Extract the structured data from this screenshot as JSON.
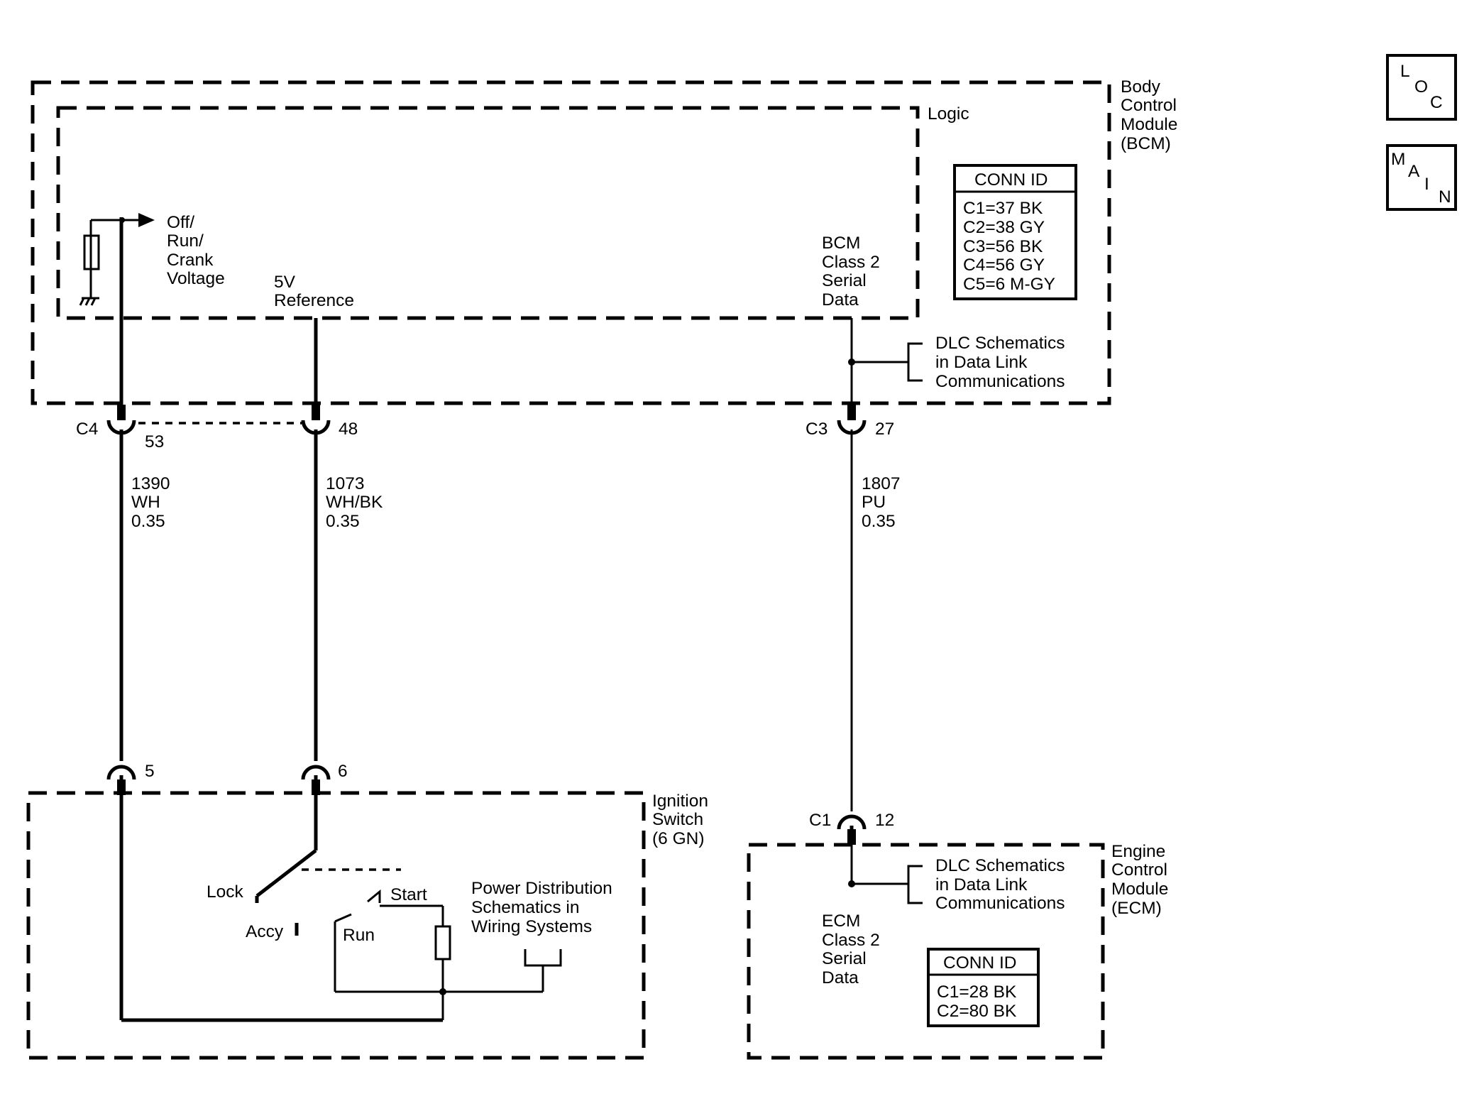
{
  "nav_buttons": {
    "loc": [
      "L",
      "O",
      "C"
    ],
    "main": [
      "M",
      "A",
      "I",
      "N"
    ]
  },
  "bcm": {
    "title_lines": [
      "Body",
      "Control",
      "Module",
      "(BCM)"
    ],
    "logic_label": "Logic",
    "conn_id": {
      "header": "CONN ID",
      "rows": [
        "C1=37 BK",
        "C2=38 GY",
        "C3=56 BK",
        "C4=56 GY",
        "C5=6 M-GY"
      ]
    },
    "off_run_crank": [
      "Off/",
      "Run/",
      "Crank",
      "Voltage"
    ],
    "ref_5v": [
      "5V",
      "Reference"
    ],
    "serial_data": [
      "BCM",
      "Class 2",
      "Serial",
      "Data"
    ],
    "dlc_ref": [
      "DLC Schematics",
      "in Data Link",
      "Communications"
    ]
  },
  "connectors": {
    "c4": "C4",
    "c4_pin": "53",
    "ref_pin": "48",
    "c3": "C3",
    "c3_pin": "27",
    "ign_pin_1": "5",
    "ign_pin_2": "6",
    "c1": "C1",
    "c1_pin": "12"
  },
  "wires": {
    "w1390": [
      "1390",
      "WH",
      "0.35"
    ],
    "w1073": [
      "1073",
      "WH/BK",
      "0.35"
    ],
    "w1807": [
      "1807",
      "PU",
      "0.35"
    ]
  },
  "ignition": {
    "title_lines": [
      "Ignition",
      "Switch",
      "(6 GN)"
    ],
    "lock": "Lock",
    "accy": "Accy",
    "run": "Run",
    "start": "Start",
    "power_dist": [
      "Power Distribution",
      "Schematics in",
      "Wiring Systems"
    ]
  },
  "ecm": {
    "title_lines": [
      "Engine",
      "Control",
      "Module",
      "(ECM)"
    ],
    "dlc_ref": [
      "DLC Schematics",
      "in Data Link",
      "Communications"
    ],
    "serial_data": [
      "ECM",
      "Class 2",
      "Serial",
      "Data"
    ],
    "conn_id": {
      "header": "CONN ID",
      "rows": [
        "C1=28 BK",
        "C2=80 BK"
      ]
    }
  }
}
